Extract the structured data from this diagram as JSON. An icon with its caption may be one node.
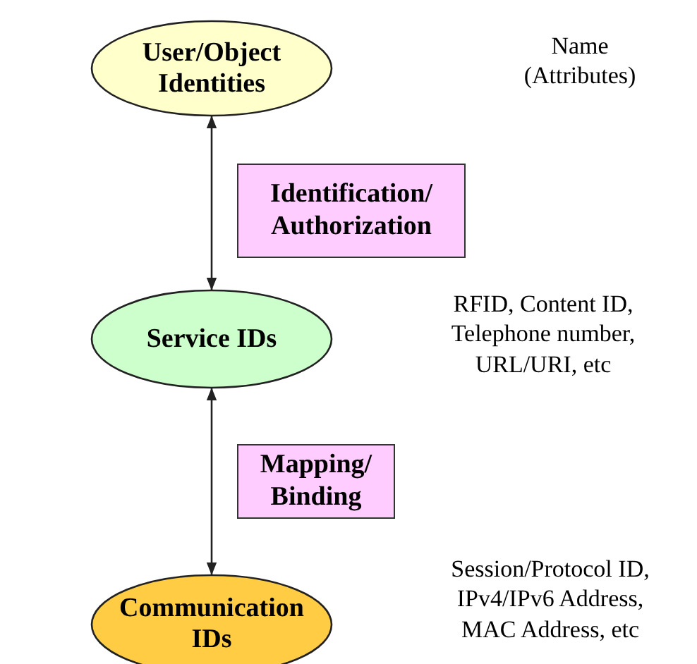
{
  "diagram": {
    "nodes": [
      {
        "text": [
          "User/Object Identities"
        ]
      },
      {
        "text": [
          "Service IDs"
        ]
      },
      {
        "text": [
          "Communication IDs"
        ]
      }
    ],
    "edges": [
      {
        "from": 0,
        "to": 1,
        "arrow": "both",
        "label": "Identification/ Authorization"
      },
      {
        "from": 1,
        "to": 2,
        "arrow": "both",
        "label": "Mapping/ Binding"
      }
    ],
    "labels": [
      "Name (Attributes)",
      "RFID, Content ID, Telephone number, URL/URI,  etc",
      "Session/Protocol ID, IPv4/IPv6 Address, MAC Address, etc"
    ]
  }
}
